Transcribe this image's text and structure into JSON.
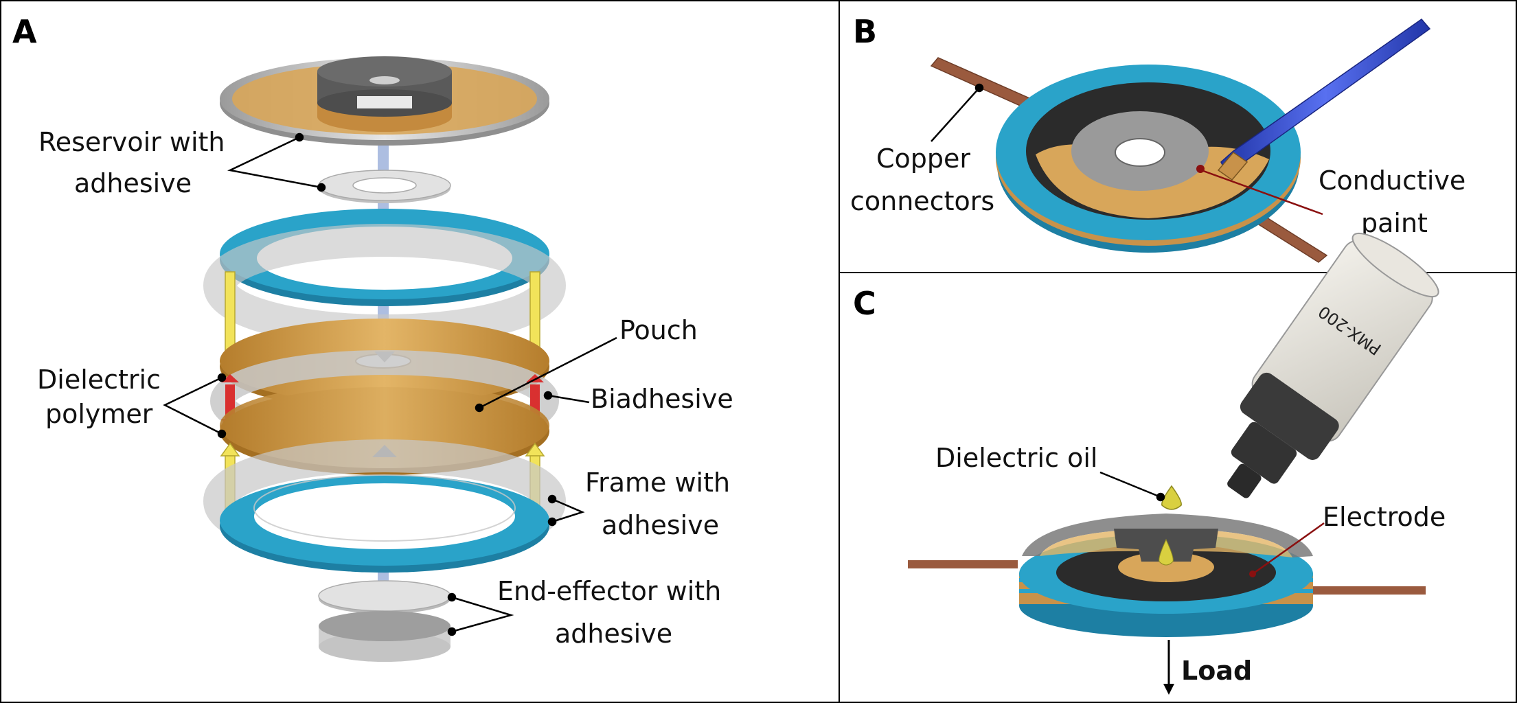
{
  "panels": {
    "a": {
      "letter": "A",
      "labels": {
        "reservoir_1": "Reservoir with",
        "reservoir_2": "adhesive",
        "pouch": "Pouch",
        "dielectric_1": "Dielectric",
        "dielectric_2": "polymer",
        "biadhesive": "Biadhesive",
        "frame_1": "Frame with",
        "frame_2": "adhesive",
        "endeffector_1": "End-effector with",
        "endeffector_2": "adhesive"
      }
    },
    "b": {
      "letter": "B",
      "labels": {
        "copper_1": "Copper",
        "copper_2": "connectors",
        "paint_1": "Conductive",
        "paint_2": "paint"
      }
    },
    "c": {
      "letter": "C",
      "labels": {
        "oil": "Dielectric oil",
        "electrode": "Electrode",
        "load": "Load",
        "bottle": "PMX-200"
      }
    }
  },
  "colors": {
    "frame_blue": "#2aa3c9",
    "pouch_amber": "#d4a24e",
    "grey_disc": "#c9c9c9",
    "dark_grey": "#555555",
    "copper": "#9a5a3e",
    "arrow_yellow": "#f2e35a",
    "arrow_red": "#d93030",
    "arrow_blue": "#9fb3dc",
    "pen_blue": "#3450d0",
    "oil_yellow": "#d9d040",
    "leader_red": "#8a1010"
  }
}
